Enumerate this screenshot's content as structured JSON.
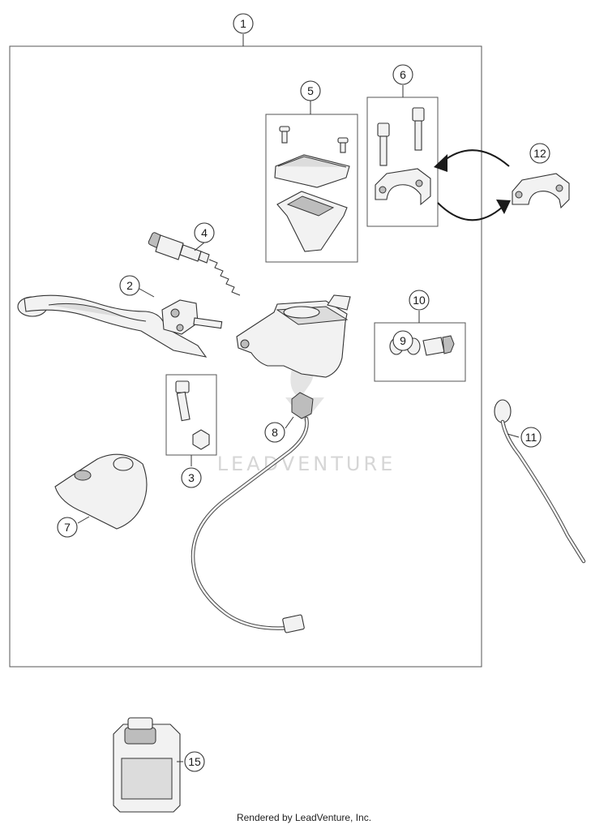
{
  "diagram": {
    "footer": "Rendered by LeadVenture, Inc.",
    "watermark": "LEADVENTURE",
    "callouts": [
      {
        "id": "1",
        "label": "1"
      },
      {
        "id": "2",
        "label": "2"
      },
      {
        "id": "3",
        "label": "3"
      },
      {
        "id": "4",
        "label": "4"
      },
      {
        "id": "5",
        "label": "5"
      },
      {
        "id": "6",
        "label": "6"
      },
      {
        "id": "7",
        "label": "7"
      },
      {
        "id": "8",
        "label": "8"
      },
      {
        "id": "9",
        "label": "9"
      },
      {
        "id": "10",
        "label": "10"
      },
      {
        "id": "11",
        "label": "11"
      },
      {
        "id": "12",
        "label": "12"
      },
      {
        "id": "15",
        "label": "15"
      }
    ],
    "colors": {
      "line": "#333333",
      "part_fill": "#f2f2f2",
      "part_shade": "#bdbdbd",
      "watermark": "#d6d6d6"
    }
  }
}
